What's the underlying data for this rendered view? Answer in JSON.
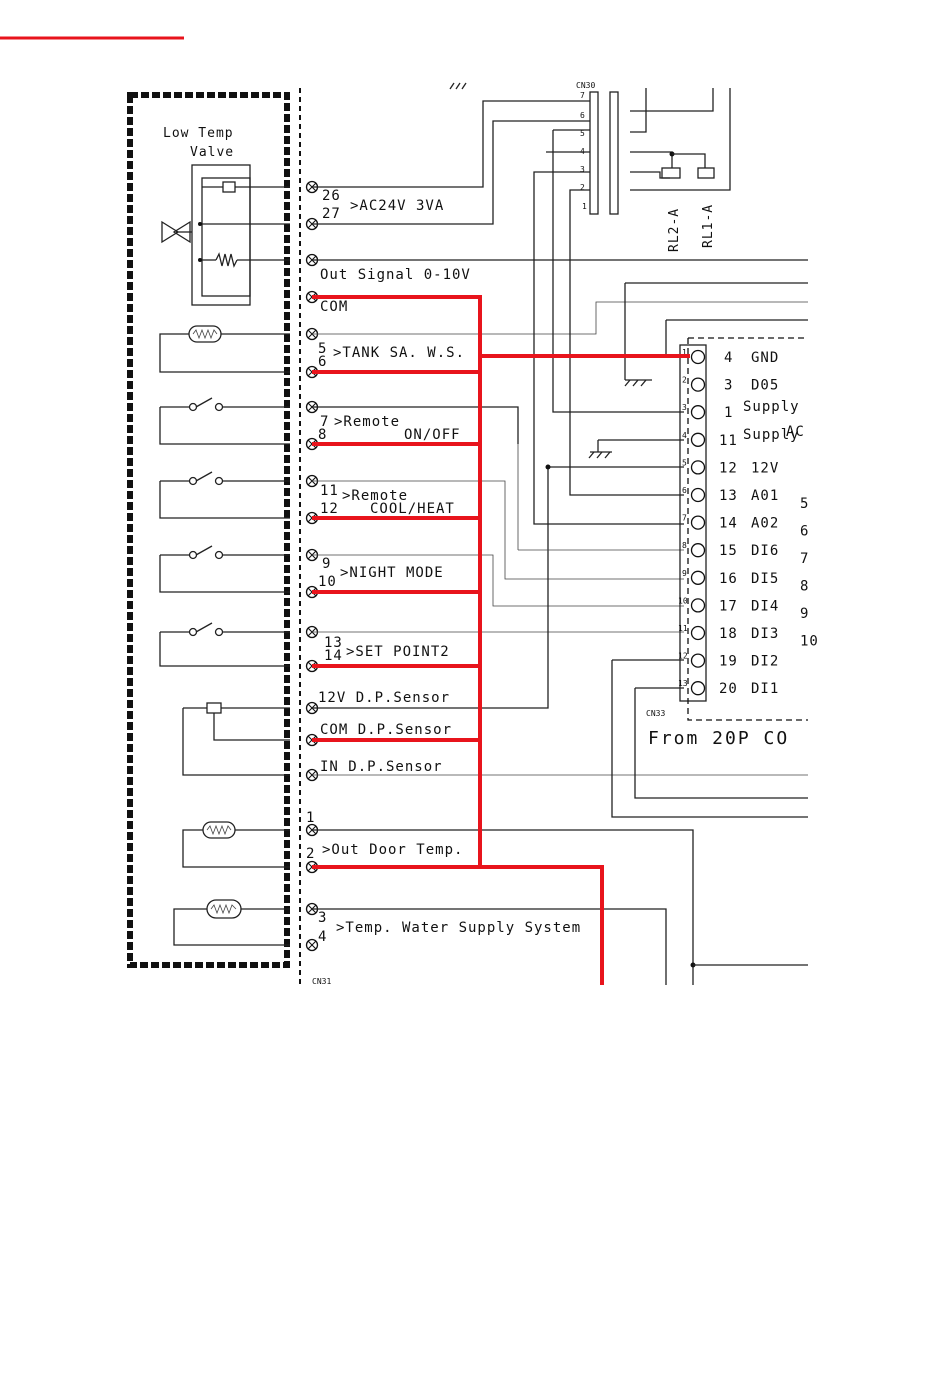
{
  "colors": {
    "red_wire": "#e8141c",
    "line": "#222222"
  },
  "device": {
    "title_line1": "Low Temp",
    "title_line2": "Valve"
  },
  "strip_labels": {
    "t26": "26",
    "t27": "27",
    "ac24": ">AC24V 3VA",
    "out_signal": "Out Signal 0-10V",
    "com": "COM",
    "t5": "5",
    "t6": "6",
    "tank": ">TANK SA. W.S.",
    "t7": "7",
    "remote1": ">Remote",
    "t8": "8",
    "onoff": "ON/OFF",
    "t11": "11",
    "remote2": ">Remote",
    "t12": "12",
    "coolheat": "COOL/HEAT",
    "t9": "9",
    "t10": "10",
    "night": ">NIGHT MODE",
    "t13": "13",
    "t14": "14",
    "setpoint": ">SET POINT2",
    "dp12v": "12V  D.P.Sensor",
    "dpcom": "COM D.P.Sensor",
    "dpin": "IN   D.P.Sensor",
    "t1": "1",
    "t2": "2",
    "outdoor": ">Out Door Temp.",
    "t3": "3",
    "t4": "4",
    "watersupply": ">Temp. Water Supply System",
    "cn31": "CN31"
  },
  "relay_labels": {
    "rl2": "RL2-A",
    "rl1": "RL1-A",
    "cn_top": "CN30",
    "n1": "1",
    "n2": "2",
    "n3": "3",
    "n4": "4",
    "n5": "5",
    "n6": "6",
    "n7": "7"
  },
  "connector": {
    "name": "CN33",
    "from_text": "From 20P CO",
    "pins": [
      {
        "n": "1",
        "code": "4",
        "name": "GND"
      },
      {
        "n": "2",
        "code": "3",
        "name": "D05"
      },
      {
        "n": "3",
        "code": "1",
        "name": "Supply"
      },
      {
        "n": "4",
        "code": "11",
        "name": "Supply"
      },
      {
        "n": "5",
        "code": "12",
        "name": "12V"
      },
      {
        "n": "6",
        "code": "13",
        "name": "A01"
      },
      {
        "n": "7",
        "code": "14",
        "name": "A02"
      },
      {
        "n": "8",
        "code": "15",
        "name": "DI6"
      },
      {
        "n": "9",
        "code": "16",
        "name": "DI5"
      },
      {
        "n": "10",
        "code": "17",
        "name": "DI4"
      },
      {
        "n": "11",
        "code": "18",
        "name": "DI3"
      },
      {
        "n": "12",
        "code": "19",
        "name": "DI2"
      },
      {
        "n": "13",
        "code": "20",
        "name": "DI1"
      }
    ],
    "ac_text": "AC",
    "side_numbers": [
      "5",
      "6",
      "7",
      "8",
      "9",
      "10"
    ]
  }
}
